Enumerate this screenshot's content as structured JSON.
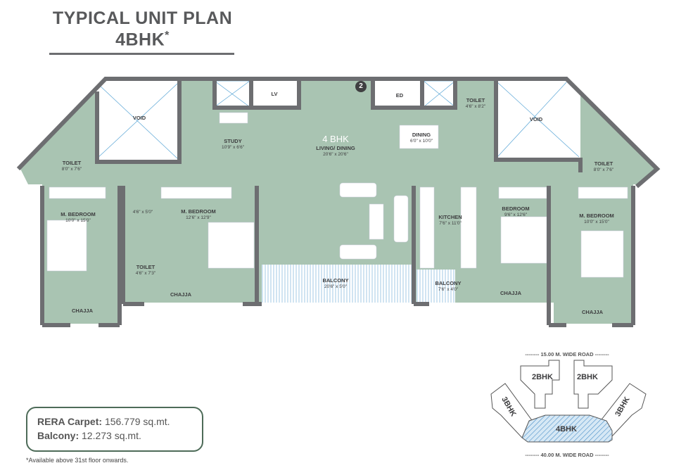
{
  "header": {
    "title_line1": "TYPICAL UNIT PLAN",
    "title_line2": "4BHK",
    "title_mark": "*"
  },
  "plan": {
    "unit_label": "4 BHK",
    "door_badge": "2",
    "rooms": [
      {
        "name": "VOID",
        "dim": ""
      },
      {
        "name": "TOILET",
        "dim": "8'0\" x 7'6\""
      },
      {
        "name": "STUDY",
        "dim": "10'9\" x 6'6\""
      },
      {
        "name": "LV",
        "dim": ""
      },
      {
        "name": "LIVING/ DINING",
        "dim": "20'6\" x 20'6\""
      },
      {
        "name": "ED",
        "dim": ""
      },
      {
        "name": "DINING",
        "dim": "6'0\" x 10'0\""
      },
      {
        "name": "TOILET",
        "dim": "4'6\" x 8'2\""
      },
      {
        "name": "VOID",
        "dim": ""
      },
      {
        "name": "TOILET",
        "dim": "8'0\" x 7'6\""
      },
      {
        "name": "M. BEDROOM",
        "dim": "10'0\" x 15'0\""
      },
      {
        "name": "",
        "dim": "4'6\" x 5'0\""
      },
      {
        "name": "M. BEDROOM",
        "dim": "12'6\" x 12'9\""
      },
      {
        "name": "TOILET",
        "dim": "4'6\" x 7'3\""
      },
      {
        "name": "CHAJJA",
        "dim": ""
      },
      {
        "name": "CHAJJA",
        "dim": ""
      },
      {
        "name": "BALCONY",
        "dim": "20'6\" x 5'0\""
      },
      {
        "name": "KITCHEN",
        "dim": "7'6\" x 11'0\""
      },
      {
        "name": "BEDROOM",
        "dim": "9'6\" x 12'6\""
      },
      {
        "name": "M. BEDROOM",
        "dim": "10'0\" x 15'0\""
      },
      {
        "name": "BALCONY",
        "dim": "7'6\" x 4'0\""
      },
      {
        "name": "CHAJJA",
        "dim": ""
      },
      {
        "name": "CHAJJA",
        "dim": ""
      }
    ]
  },
  "area": {
    "carpet_label": "RERA Carpet:",
    "carpet_value": "156.779 sq.mt.",
    "balcony_label": "Balcony:",
    "balcony_value": "12.273 sq.mt."
  },
  "footnote": "*Available above 31st floor onwards.",
  "key_plan": {
    "road_top": "-------- 15.00 M. WIDE ROAD --------",
    "road_bottom": "-------- 40.00 M. WIDE ROAD --------",
    "units": [
      "2BHK",
      "2BHK",
      "3BHK",
      "3BHK",
      "4BHK"
    ]
  },
  "colors": {
    "floor": "#a9c4b2",
    "wall": "#6d6e71",
    "accent_blue": "#5aa6d6",
    "border": "#4d6b58"
  }
}
